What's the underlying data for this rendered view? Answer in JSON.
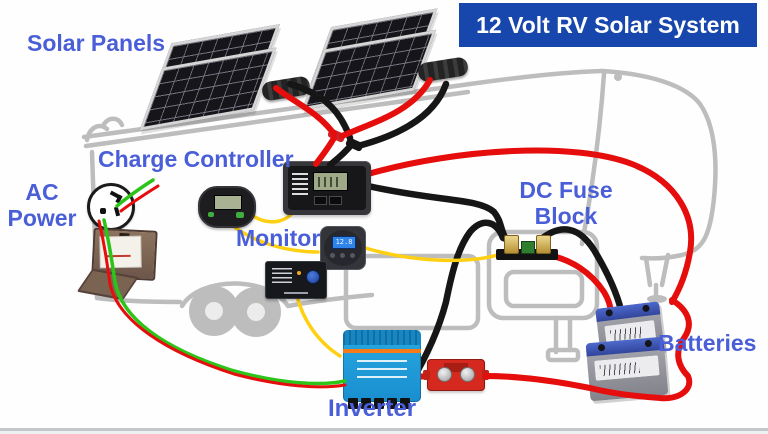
{
  "title": {
    "text": "12 Volt RV Solar System"
  },
  "labels": {
    "solar_panels": "Solar Panels",
    "charge_controller": "Charge Controller",
    "ac_power_line1": "AC",
    "ac_power_line2": "Power",
    "monitor": "Monitor",
    "dc_fuse_line1": "DC Fuse",
    "dc_fuse_line2": "Block",
    "inverter": "Inverter",
    "batteries": "Batteries"
  },
  "monitor_reading": "12.8",
  "colors": {
    "title_bg": "#1746ad",
    "title_fg": "#ffffff",
    "label_blue": "#4a5ed8",
    "wire_red": "#e60d0d",
    "wire_black": "#161616",
    "wire_yellow": "#ffd012",
    "wire_green": "#2cc419",
    "rv_outline": "#bdbdbd"
  },
  "components": {
    "solar_panel_count": 4,
    "battery_count": 2,
    "items": [
      "solar-panels",
      "charge-controller",
      "remote-display",
      "battery-monitor",
      "multi-control-panel",
      "ac-power-inlet",
      "power-transfer-box",
      "dc-fuse-block",
      "inverter",
      "inline-fuse-holder",
      "batteries"
    ]
  }
}
